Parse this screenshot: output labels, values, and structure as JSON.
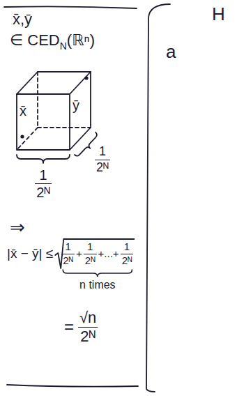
{
  "diagram": {
    "labels": [
      "x̄,ȳ",
      "∈ CED",
      "N",
      "(ℝⁿ)",
      "x̄",
      "ȳ",
      "1",
      "2ᴺ",
      "1",
      "2ᴺ",
      "⇒",
      "|x̄ − ȳ| ≤",
      "1",
      "2ᴺ",
      "+",
      "1",
      "2ᴺ",
      "+...+",
      "1",
      "2ᴺ",
      "n times",
      "=",
      "√n",
      "2ᴺ",
      "H",
      "a"
    ]
  }
}
